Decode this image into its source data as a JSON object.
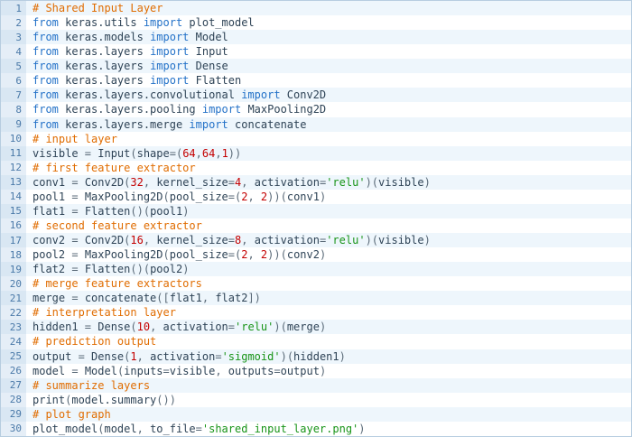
{
  "editor": {
    "colors": {
      "comment": "#e06c00",
      "keyword": "#2472c8",
      "ident": "#2e4356",
      "punct": "#5a6a78",
      "string": "#189418",
      "number": "#c40000",
      "line_number": "#4a79a8"
    },
    "lines": [
      {
        "n": 1,
        "tokens": [
          {
            "t": "# Shared Input Layer",
            "c": "comment"
          }
        ]
      },
      {
        "n": 2,
        "tokens": [
          {
            "t": "from",
            "c": "keyword"
          },
          {
            "t": " keras.utils ",
            "c": "ident"
          },
          {
            "t": "import",
            "c": "keyword"
          },
          {
            "t": " plot_model",
            "c": "ident"
          }
        ]
      },
      {
        "n": 3,
        "tokens": [
          {
            "t": "from",
            "c": "keyword"
          },
          {
            "t": " keras.models ",
            "c": "ident"
          },
          {
            "t": "import",
            "c": "keyword"
          },
          {
            "t": " Model",
            "c": "ident"
          }
        ]
      },
      {
        "n": 4,
        "tokens": [
          {
            "t": "from",
            "c": "keyword"
          },
          {
            "t": " keras.layers ",
            "c": "ident"
          },
          {
            "t": "import",
            "c": "keyword"
          },
          {
            "t": " Input",
            "c": "ident"
          }
        ]
      },
      {
        "n": 5,
        "tokens": [
          {
            "t": "from",
            "c": "keyword"
          },
          {
            "t": " keras.layers ",
            "c": "ident"
          },
          {
            "t": "import",
            "c": "keyword"
          },
          {
            "t": " Dense",
            "c": "ident"
          }
        ]
      },
      {
        "n": 6,
        "tokens": [
          {
            "t": "from",
            "c": "keyword"
          },
          {
            "t": " keras.layers ",
            "c": "ident"
          },
          {
            "t": "import",
            "c": "keyword"
          },
          {
            "t": " Flatten",
            "c": "ident"
          }
        ]
      },
      {
        "n": 7,
        "tokens": [
          {
            "t": "from",
            "c": "keyword"
          },
          {
            "t": " keras.layers.convolutional ",
            "c": "ident"
          },
          {
            "t": "import",
            "c": "keyword"
          },
          {
            "t": " Conv2D",
            "c": "ident"
          }
        ]
      },
      {
        "n": 8,
        "tokens": [
          {
            "t": "from",
            "c": "keyword"
          },
          {
            "t": " keras.layers.pooling ",
            "c": "ident"
          },
          {
            "t": "import",
            "c": "keyword"
          },
          {
            "t": " MaxPooling2D",
            "c": "ident"
          }
        ]
      },
      {
        "n": 9,
        "tokens": [
          {
            "t": "from",
            "c": "keyword"
          },
          {
            "t": " keras.layers.merge ",
            "c": "ident"
          },
          {
            "t": "import",
            "c": "keyword"
          },
          {
            "t": " concatenate",
            "c": "ident"
          }
        ]
      },
      {
        "n": 10,
        "tokens": [
          {
            "t": "# input layer",
            "c": "comment"
          }
        ]
      },
      {
        "n": 11,
        "tokens": [
          {
            "t": "visible ",
            "c": "ident"
          },
          {
            "t": "= ",
            "c": "punct"
          },
          {
            "t": "Input",
            "c": "ident"
          },
          {
            "t": "(",
            "c": "punct"
          },
          {
            "t": "shape",
            "c": "ident"
          },
          {
            "t": "=(",
            "c": "punct"
          },
          {
            "t": "64",
            "c": "number"
          },
          {
            "t": ",",
            "c": "punct"
          },
          {
            "t": "64",
            "c": "number"
          },
          {
            "t": ",",
            "c": "punct"
          },
          {
            "t": "1",
            "c": "number"
          },
          {
            "t": "))",
            "c": "punct"
          }
        ]
      },
      {
        "n": 12,
        "tokens": [
          {
            "t": "# first feature extractor",
            "c": "comment"
          }
        ]
      },
      {
        "n": 13,
        "tokens": [
          {
            "t": "conv1 ",
            "c": "ident"
          },
          {
            "t": "= ",
            "c": "punct"
          },
          {
            "t": "Conv2D",
            "c": "ident"
          },
          {
            "t": "(",
            "c": "punct"
          },
          {
            "t": "32",
            "c": "number"
          },
          {
            "t": ", ",
            "c": "punct"
          },
          {
            "t": "kernel_size",
            "c": "ident"
          },
          {
            "t": "=",
            "c": "punct"
          },
          {
            "t": "4",
            "c": "number"
          },
          {
            "t": ", ",
            "c": "punct"
          },
          {
            "t": "activation",
            "c": "ident"
          },
          {
            "t": "=",
            "c": "punct"
          },
          {
            "t": "'relu'",
            "c": "string"
          },
          {
            "t": ")(",
            "c": "punct"
          },
          {
            "t": "visible",
            "c": "ident"
          },
          {
            "t": ")",
            "c": "punct"
          }
        ]
      },
      {
        "n": 14,
        "tokens": [
          {
            "t": "pool1 ",
            "c": "ident"
          },
          {
            "t": "= ",
            "c": "punct"
          },
          {
            "t": "MaxPooling2D",
            "c": "ident"
          },
          {
            "t": "(",
            "c": "punct"
          },
          {
            "t": "pool_size",
            "c": "ident"
          },
          {
            "t": "=(",
            "c": "punct"
          },
          {
            "t": "2",
            "c": "number"
          },
          {
            "t": ", ",
            "c": "punct"
          },
          {
            "t": "2",
            "c": "number"
          },
          {
            "t": "))(",
            "c": "punct"
          },
          {
            "t": "conv1",
            "c": "ident"
          },
          {
            "t": ")",
            "c": "punct"
          }
        ]
      },
      {
        "n": 15,
        "tokens": [
          {
            "t": "flat1 ",
            "c": "ident"
          },
          {
            "t": "= ",
            "c": "punct"
          },
          {
            "t": "Flatten",
            "c": "ident"
          },
          {
            "t": "()(",
            "c": "punct"
          },
          {
            "t": "pool1",
            "c": "ident"
          },
          {
            "t": ")",
            "c": "punct"
          }
        ]
      },
      {
        "n": 16,
        "tokens": [
          {
            "t": "# second feature extractor",
            "c": "comment"
          }
        ]
      },
      {
        "n": 17,
        "tokens": [
          {
            "t": "conv2 ",
            "c": "ident"
          },
          {
            "t": "= ",
            "c": "punct"
          },
          {
            "t": "Conv2D",
            "c": "ident"
          },
          {
            "t": "(",
            "c": "punct"
          },
          {
            "t": "16",
            "c": "number"
          },
          {
            "t": ", ",
            "c": "punct"
          },
          {
            "t": "kernel_size",
            "c": "ident"
          },
          {
            "t": "=",
            "c": "punct"
          },
          {
            "t": "8",
            "c": "number"
          },
          {
            "t": ", ",
            "c": "punct"
          },
          {
            "t": "activation",
            "c": "ident"
          },
          {
            "t": "=",
            "c": "punct"
          },
          {
            "t": "'relu'",
            "c": "string"
          },
          {
            "t": ")(",
            "c": "punct"
          },
          {
            "t": "visible",
            "c": "ident"
          },
          {
            "t": ")",
            "c": "punct"
          }
        ]
      },
      {
        "n": 18,
        "tokens": [
          {
            "t": "pool2 ",
            "c": "ident"
          },
          {
            "t": "= ",
            "c": "punct"
          },
          {
            "t": "MaxPooling2D",
            "c": "ident"
          },
          {
            "t": "(",
            "c": "punct"
          },
          {
            "t": "pool_size",
            "c": "ident"
          },
          {
            "t": "=(",
            "c": "punct"
          },
          {
            "t": "2",
            "c": "number"
          },
          {
            "t": ", ",
            "c": "punct"
          },
          {
            "t": "2",
            "c": "number"
          },
          {
            "t": "))(",
            "c": "punct"
          },
          {
            "t": "conv2",
            "c": "ident"
          },
          {
            "t": ")",
            "c": "punct"
          }
        ]
      },
      {
        "n": 19,
        "tokens": [
          {
            "t": "flat2 ",
            "c": "ident"
          },
          {
            "t": "= ",
            "c": "punct"
          },
          {
            "t": "Flatten",
            "c": "ident"
          },
          {
            "t": "()(",
            "c": "punct"
          },
          {
            "t": "pool2",
            "c": "ident"
          },
          {
            "t": ")",
            "c": "punct"
          }
        ]
      },
      {
        "n": 20,
        "tokens": [
          {
            "t": "# merge feature extractors",
            "c": "comment"
          }
        ]
      },
      {
        "n": 21,
        "tokens": [
          {
            "t": "merge ",
            "c": "ident"
          },
          {
            "t": "= ",
            "c": "punct"
          },
          {
            "t": "concatenate",
            "c": "ident"
          },
          {
            "t": "([",
            "c": "punct"
          },
          {
            "t": "flat1",
            "c": "ident"
          },
          {
            "t": ", ",
            "c": "punct"
          },
          {
            "t": "flat2",
            "c": "ident"
          },
          {
            "t": "])",
            "c": "punct"
          }
        ]
      },
      {
        "n": 22,
        "tokens": [
          {
            "t": "# interpretation layer",
            "c": "comment"
          }
        ]
      },
      {
        "n": 23,
        "tokens": [
          {
            "t": "hidden1 ",
            "c": "ident"
          },
          {
            "t": "= ",
            "c": "punct"
          },
          {
            "t": "Dense",
            "c": "ident"
          },
          {
            "t": "(",
            "c": "punct"
          },
          {
            "t": "10",
            "c": "number"
          },
          {
            "t": ", ",
            "c": "punct"
          },
          {
            "t": "activation",
            "c": "ident"
          },
          {
            "t": "=",
            "c": "punct"
          },
          {
            "t": "'relu'",
            "c": "string"
          },
          {
            "t": ")(",
            "c": "punct"
          },
          {
            "t": "merge",
            "c": "ident"
          },
          {
            "t": ")",
            "c": "punct"
          }
        ]
      },
      {
        "n": 24,
        "tokens": [
          {
            "t": "# prediction output",
            "c": "comment"
          }
        ]
      },
      {
        "n": 25,
        "tokens": [
          {
            "t": "output ",
            "c": "ident"
          },
          {
            "t": "= ",
            "c": "punct"
          },
          {
            "t": "Dense",
            "c": "ident"
          },
          {
            "t": "(",
            "c": "punct"
          },
          {
            "t": "1",
            "c": "number"
          },
          {
            "t": ", ",
            "c": "punct"
          },
          {
            "t": "activation",
            "c": "ident"
          },
          {
            "t": "=",
            "c": "punct"
          },
          {
            "t": "'sigmoid'",
            "c": "string"
          },
          {
            "t": ")(",
            "c": "punct"
          },
          {
            "t": "hidden1",
            "c": "ident"
          },
          {
            "t": ")",
            "c": "punct"
          }
        ]
      },
      {
        "n": 26,
        "tokens": [
          {
            "t": "model ",
            "c": "ident"
          },
          {
            "t": "= ",
            "c": "punct"
          },
          {
            "t": "Model",
            "c": "ident"
          },
          {
            "t": "(",
            "c": "punct"
          },
          {
            "t": "inputs",
            "c": "ident"
          },
          {
            "t": "=",
            "c": "punct"
          },
          {
            "t": "visible",
            "c": "ident"
          },
          {
            "t": ", ",
            "c": "punct"
          },
          {
            "t": "outputs",
            "c": "ident"
          },
          {
            "t": "=",
            "c": "punct"
          },
          {
            "t": "output",
            "c": "ident"
          },
          {
            "t": ")",
            "c": "punct"
          }
        ]
      },
      {
        "n": 27,
        "tokens": [
          {
            "t": "# summarize layers",
            "c": "comment"
          }
        ]
      },
      {
        "n": 28,
        "tokens": [
          {
            "t": "print",
            "c": "ident"
          },
          {
            "t": "(",
            "c": "punct"
          },
          {
            "t": "model.summary",
            "c": "ident"
          },
          {
            "t": "())",
            "c": "punct"
          }
        ]
      },
      {
        "n": 29,
        "tokens": [
          {
            "t": "# plot graph",
            "c": "comment"
          }
        ]
      },
      {
        "n": 30,
        "tokens": [
          {
            "t": "plot_model",
            "c": "ident"
          },
          {
            "t": "(",
            "c": "punct"
          },
          {
            "t": "model",
            "c": "ident"
          },
          {
            "t": ", ",
            "c": "punct"
          },
          {
            "t": "to_file",
            "c": "ident"
          },
          {
            "t": "=",
            "c": "punct"
          },
          {
            "t": "'shared_input_layer.png'",
            "c": "string"
          },
          {
            "t": ")",
            "c": "punct"
          }
        ]
      }
    ]
  }
}
